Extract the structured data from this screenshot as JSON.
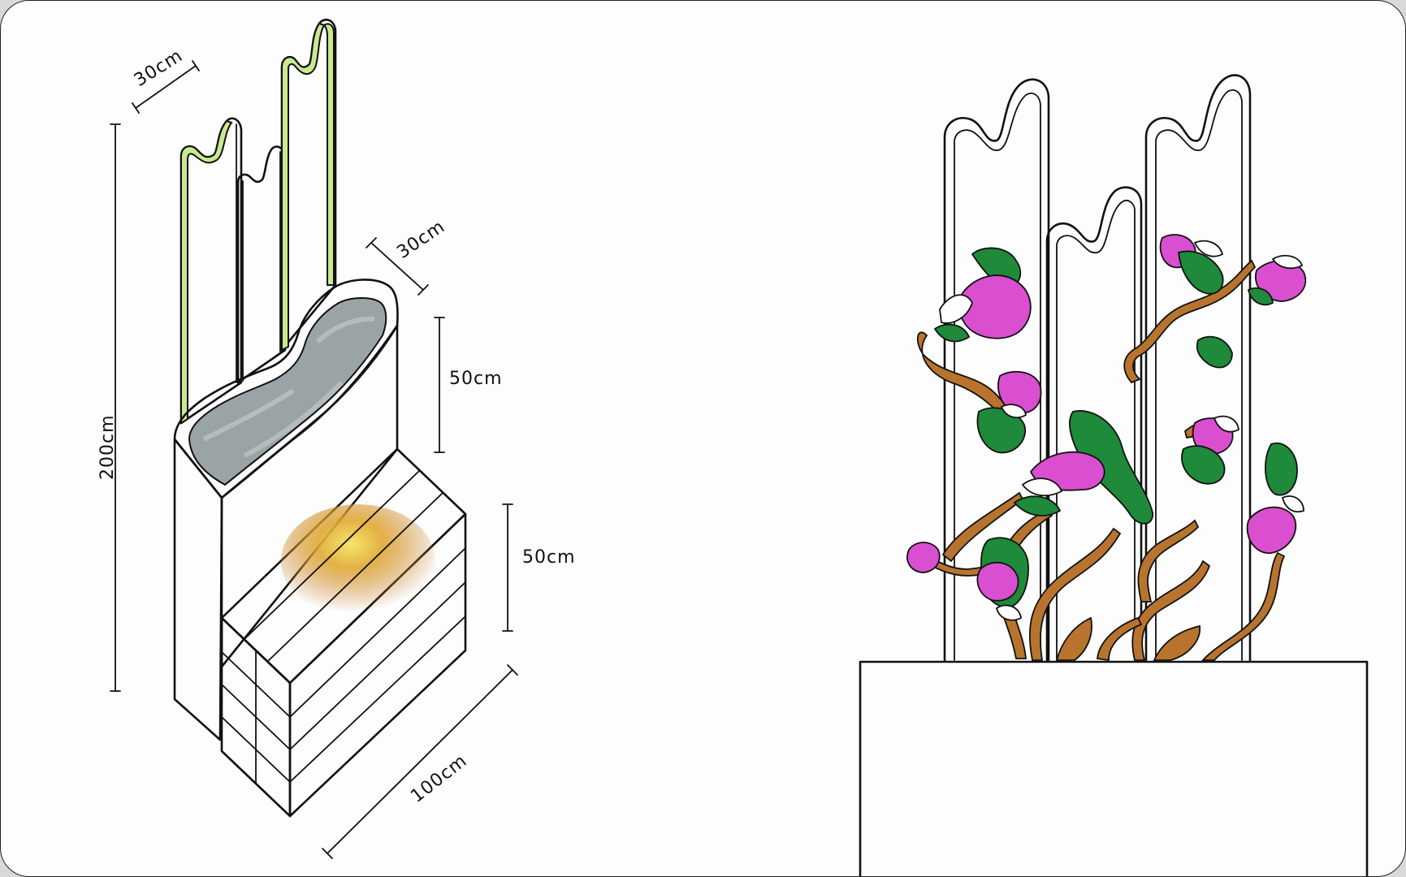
{
  "left_drawing": {
    "dimensions": {
      "panel_width": "30cm",
      "total_height": "200cm",
      "planter_depth": "30cm",
      "planter_height": "50cm",
      "bench_height": "50cm",
      "bench_length": "100cm"
    }
  },
  "colors": {
    "ink": "#111111",
    "panel_green": "#c7ea8f",
    "concrete": "#a9b0b3",
    "concrete_dark": "#8c9396",
    "wood": "#bf6f22",
    "wood_dark": "#9c5514",
    "wood_glow": "#f2d040",
    "leaf": "#1e8a3a",
    "flower": "#d94fd0",
    "branch": "#b8742e"
  }
}
